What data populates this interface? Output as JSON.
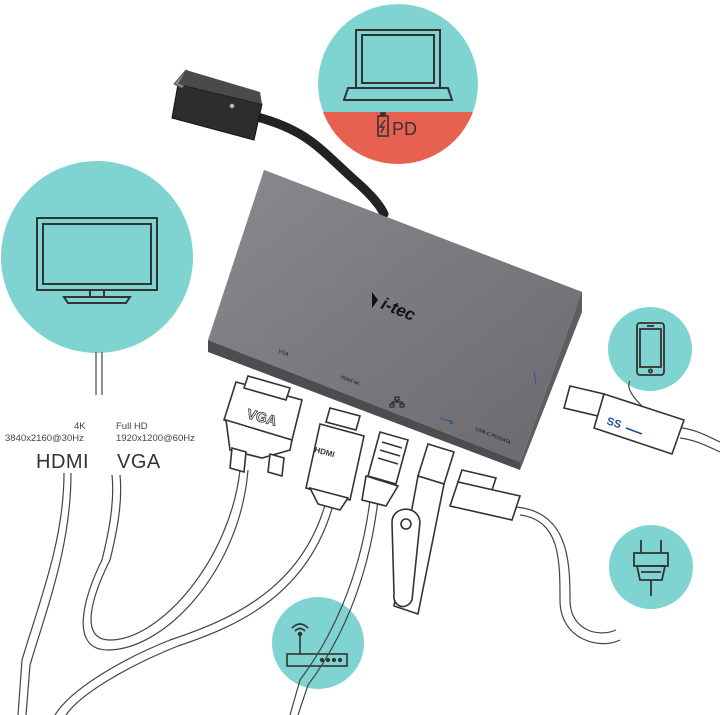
{
  "labels": {
    "hdmi_res_line1": "4K",
    "hdmi_res_line2": "3840x2160@30Hz",
    "hdmi_name": "HDMI",
    "vga_res_line1": "Full HD",
    "vga_res_line2": "1920x1200@60Hz",
    "vga_name": "VGA",
    "pd": "PD",
    "brand": "i-tec",
    "port_vga": "VGA",
    "port_hdmi": "HDMI 4K",
    "port_usbc": "USB-C PD/DATA",
    "plug_vga": "VGA",
    "plug_hdmi": "HDMI",
    "plug_ss": "SS"
  },
  "colors": {
    "accent_teal": "#7fd4d2",
    "pd_red": "#e8604f",
    "device_gray": "#6f6f73",
    "line": "#333333"
  },
  "icons": [
    "laptop-icon",
    "battery-charge-icon",
    "monitor-icon",
    "smartphone-icon",
    "power-plug-icon",
    "router-icon"
  ]
}
